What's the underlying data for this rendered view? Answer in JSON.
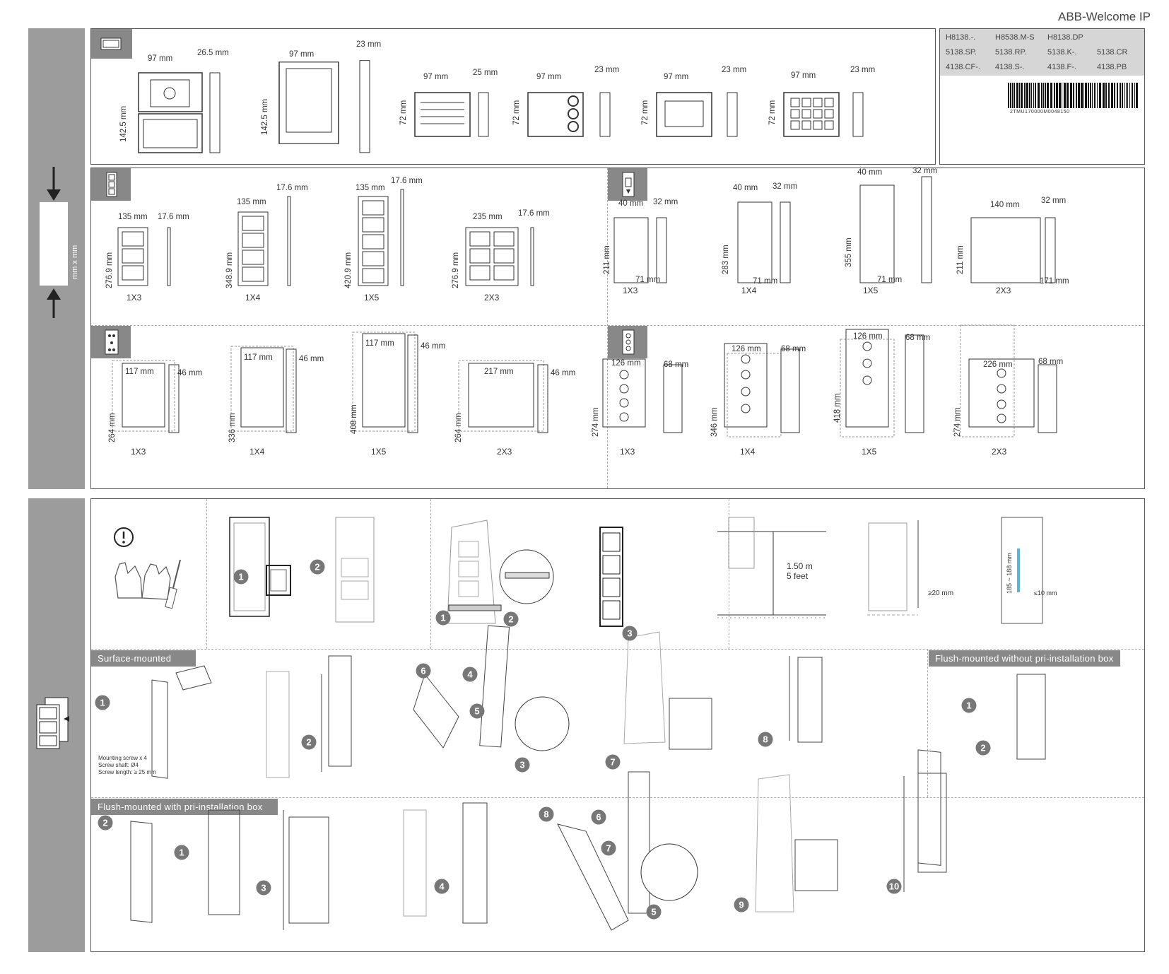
{
  "brand": "ABB-Welcome IP",
  "products": {
    "rows": [
      [
        "H8138.-.",
        "H8538.M-S",
        "H8138.DP",
        ""
      ],
      [
        "5138.SP.",
        "5138.RP.",
        "5138.K-.",
        "5138.CR"
      ],
      [
        "4138.CF-.",
        "4138.S-.",
        "4138.F-.",
        "4138.PB"
      ]
    ],
    "barcode_number": "2TMU170000M0048150"
  },
  "sidebar_top_label": "mm x mm",
  "modules": {
    "dims": [
      {
        "w": "97 mm",
        "h": "142.5 mm",
        "d": "26.5 mm"
      },
      {
        "w": "97 mm",
        "h": "142.5 mm",
        "d": "23 mm"
      },
      {
        "w": "97 mm",
        "h": "72 mm",
        "d": "25 mm"
      },
      {
        "w": "97 mm",
        "h": "72 mm",
        "d": "23 mm"
      },
      {
        "w": "97 mm",
        "h": "72 mm",
        "d": "23 mm"
      },
      {
        "w": "97 mm",
        "h": "72 mm",
        "d": "23 mm"
      }
    ]
  },
  "frames": {
    "items": [
      {
        "w": "135 mm",
        "h": "276.9 mm",
        "d": "17.6 mm",
        "label": "1X3"
      },
      {
        "w": "135 mm",
        "h": "348.9 mm",
        "d": "17.6 mm",
        "label": "1X4"
      },
      {
        "w": "135 mm",
        "h": "420.9 mm",
        "d": "17.6 mm",
        "label": "1X5"
      },
      {
        "w": "235 mm",
        "h": "276.9 mm",
        "d": "17.6 mm",
        "label": "2X3"
      }
    ]
  },
  "rain": {
    "items": [
      {
        "w": "40 mm",
        "h": "211 mm",
        "d": "32 mm",
        "b": "71 mm",
        "label": "1X3"
      },
      {
        "w": "40 mm",
        "h": "283 mm",
        "d": "32 mm",
        "b": "71 mm",
        "label": "1X4"
      },
      {
        "w": "40 mm",
        "h": "355 mm",
        "d": "32 mm",
        "b": "71 mm",
        "label": "1X5"
      },
      {
        "w": "140 mm",
        "h": "211 mm",
        "d": "32 mm",
        "b": "171 mm",
        "label": "2X3"
      }
    ]
  },
  "flushbox": {
    "items": [
      {
        "w": "117 mm",
        "h": "264 mm",
        "d": "46 mm",
        "label": "1X3"
      },
      {
        "w": "117 mm",
        "h": "336 mm",
        "d": "46 mm",
        "label": "1X4"
      },
      {
        "w": "117 mm",
        "h": "408 mm",
        "d": "46 mm",
        "label": "1X5"
      },
      {
        "w": "217 mm",
        "h": "264 mm",
        "d": "46 mm",
        "label": "2X3"
      }
    ]
  },
  "cutout": {
    "items": [
      {
        "w": "126 mm",
        "h": "274 mm",
        "d": "68 mm",
        "label": "1X3"
      },
      {
        "w": "126 mm",
        "h": "346 mm",
        "d": "68 mm",
        "label": "1X4"
      },
      {
        "w": "126 mm",
        "h": "418 mm",
        "d": "68 mm",
        "label": "1X5"
      },
      {
        "w": "226 mm",
        "h": "274 mm",
        "d": "68 mm",
        "label": "2X3"
      }
    ]
  },
  "install": {
    "height_m": "1.50 m",
    "height_ft": "5 feet",
    "clearance": "≥20 mm",
    "cable_range": "185 ~ 188 mm",
    "cable_strip": "≤10 mm",
    "surface_title": "Surface-mounted",
    "flush_no_box_title": "Flush-mounted without pri-installation box",
    "flush_box_title": "Flush-mounted with pri-installation box",
    "screw_note_1": "Mounting screw x 4",
    "screw_note_2": "Screw shaft: Ø4",
    "screw_note_3": "Screw length: ≥ 25 mm"
  }
}
